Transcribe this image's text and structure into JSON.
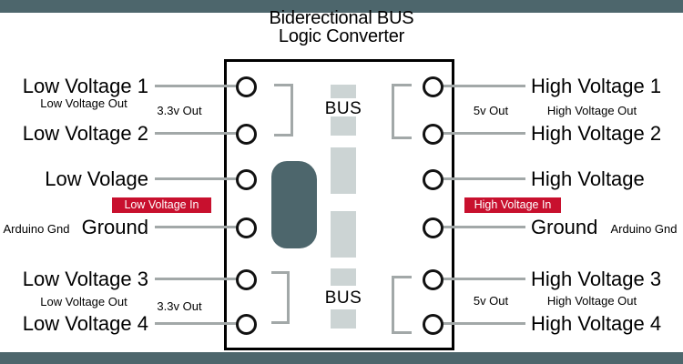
{
  "title": {
    "line1": "Biderectional BUS",
    "line2": "Logic Converter"
  },
  "module": {
    "bus_top": "BUS",
    "bus_bottom": "BUS"
  },
  "left": {
    "rows": [
      {
        "label": "Low Voltage 1"
      },
      {
        "label": "Low Voltage 2"
      },
      {
        "label": "Low Volage"
      },
      {
        "label": "Ground"
      },
      {
        "label": "Low Voltage 3"
      },
      {
        "label": "Low Voltage 4"
      }
    ],
    "sub_top_out_label": "Low Voltage Out",
    "sub_top_rail_label": "3.3v Out",
    "badge_label": "Low Voltage In",
    "gnd_note": "Arduino Gnd",
    "sub_bottom_out_label": "Low Voltage Out",
    "sub_bottom_rail_label": "3.3v Out"
  },
  "right": {
    "rows": [
      {
        "label": "High Voltage 1"
      },
      {
        "label": "High Voltage 2"
      },
      {
        "label": "High Voltage"
      },
      {
        "label": "Ground"
      },
      {
        "label": "High Voltage 3"
      },
      {
        "label": "High Voltage 4"
      }
    ],
    "sub_top_rail_label": "5v Out",
    "sub_top_out_label": "High Voltage Out",
    "badge_label": "High Voltage In",
    "gnd_note": "Arduino Gnd",
    "sub_bottom_rail_label": "5v Out",
    "sub_bottom_out_label": "High Voltage Out"
  },
  "colors": {
    "header_footer_bar": "#4d666c",
    "chip_body": "#4d666c",
    "badge_red": "#c8102e",
    "bus_pad_gray": "#ccd4d4",
    "leader_line_gray": "#a2a8a8"
  }
}
